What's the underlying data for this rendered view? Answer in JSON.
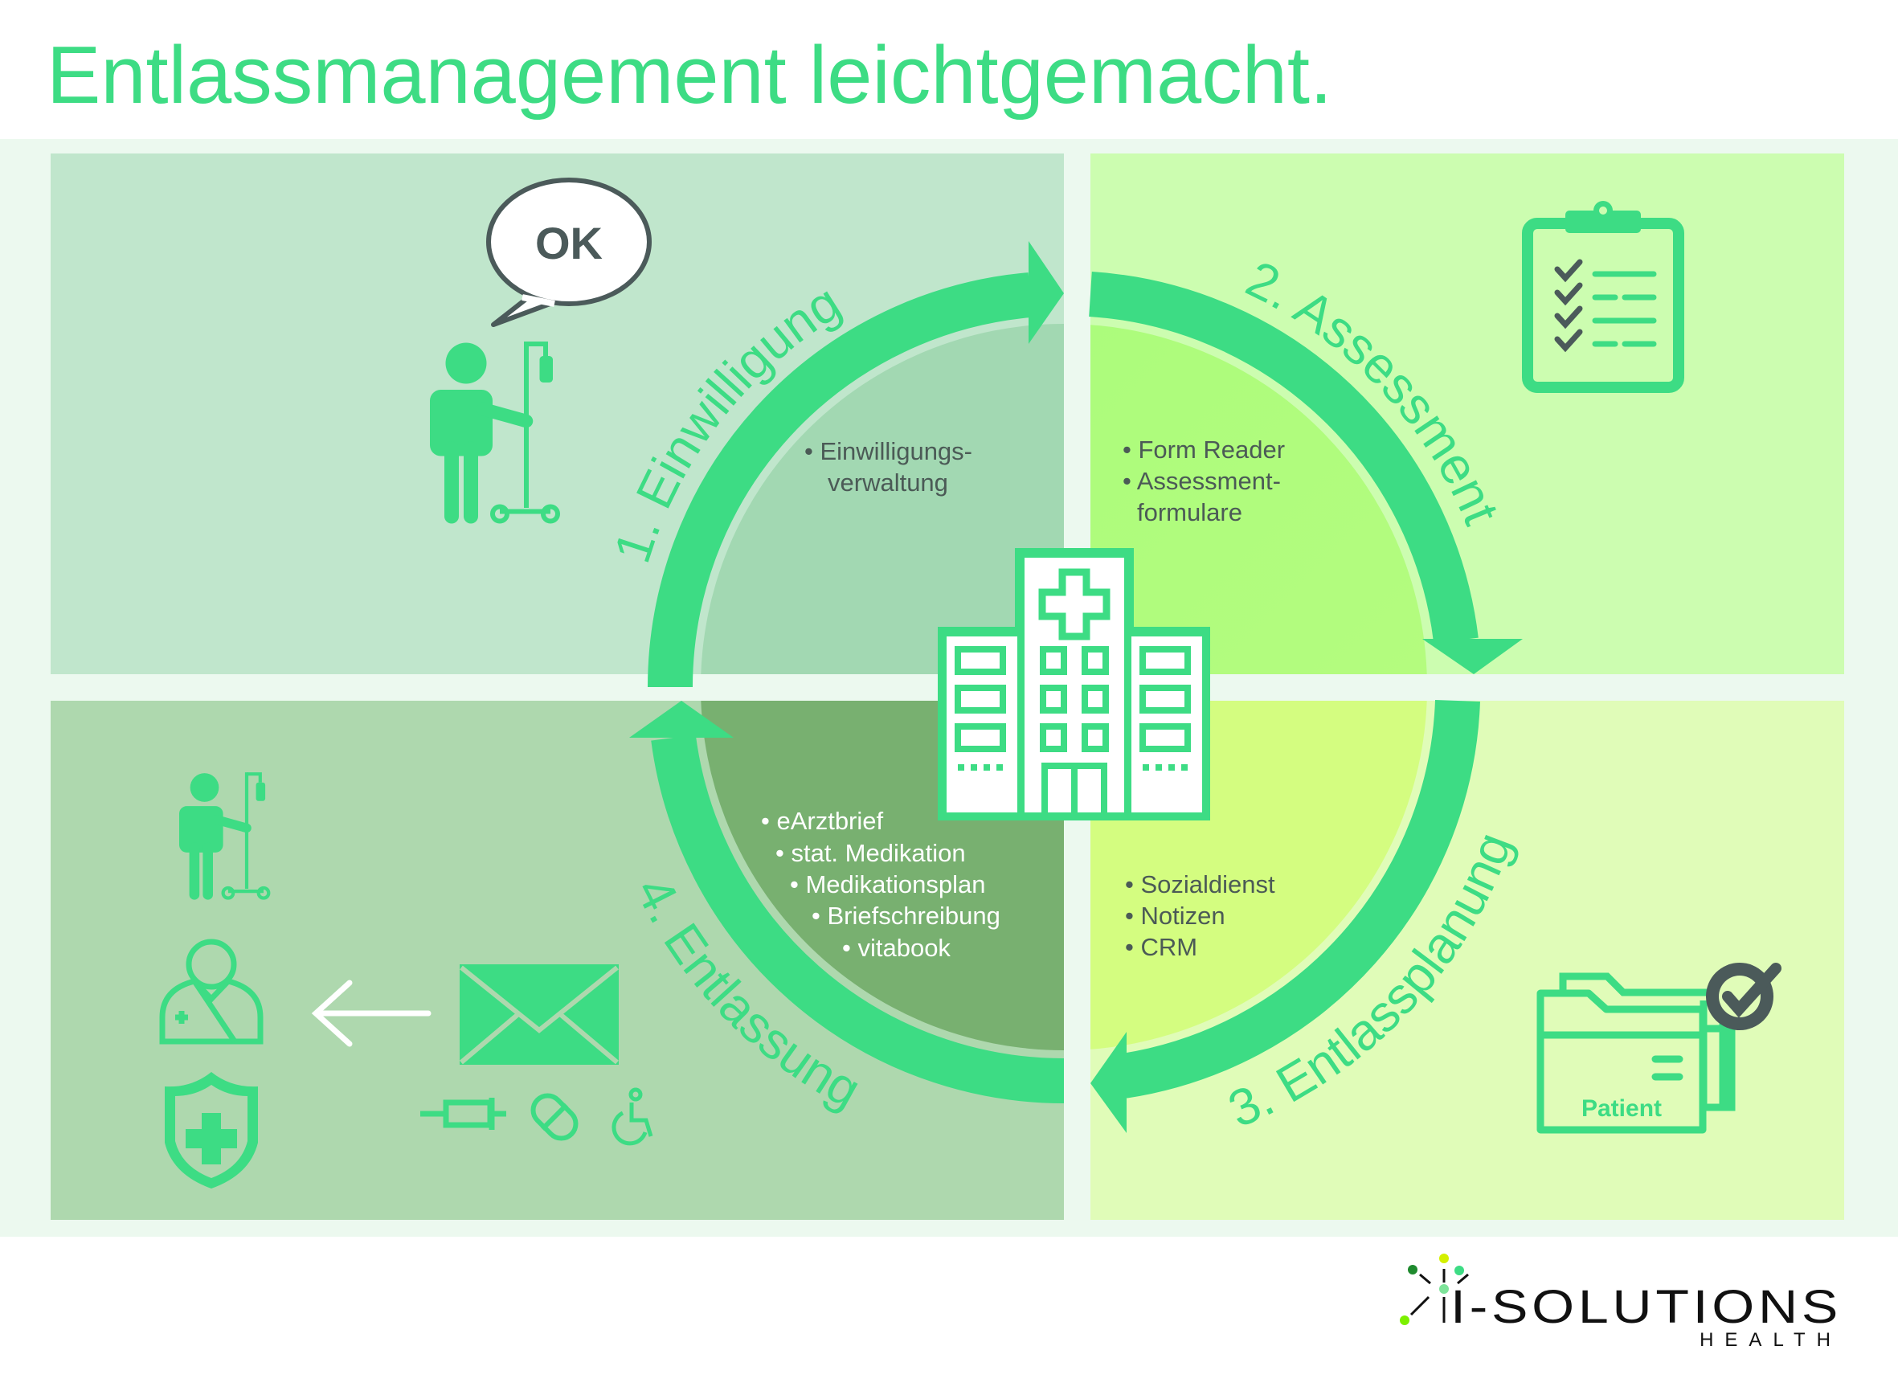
{
  "title": "Entlassmanagement leichtgemacht.",
  "colors": {
    "accent": "#3ddc84",
    "q1": "#c0e6cc",
    "q2": "#ccfdb0",
    "q3": "#e0fcb8",
    "q4": "#aed8ae"
  },
  "steps": [
    {
      "label": "1. Einwilligung",
      "bullets": [
        "• Einwilligungs-",
        "verwaltung"
      ]
    },
    {
      "label": "2. Assessment",
      "bullets": [
        "• Form Reader",
        "• Assessment-",
        "formulare"
      ]
    },
    {
      "label": "3. Entlassplanung",
      "bullets": [
        "• Sozialdienst",
        "• Notizen",
        "• CRM"
      ]
    },
    {
      "label": "4. Entlassung",
      "bullets": [
        "• eArztbrief",
        "• stat. Medikation",
        "• Medikationsplan",
        "• Briefschreibung",
        "• vitabook"
      ]
    }
  ],
  "icons": {
    "speech_bubble_text": "OK",
    "folder_label": "Patient"
  },
  "logo": {
    "name": "I-SOLUTIONS",
    "sub": "HEALTH"
  }
}
